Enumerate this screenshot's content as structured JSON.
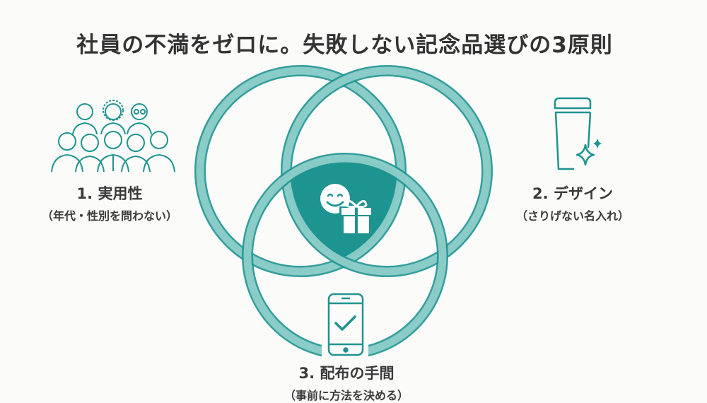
{
  "title": "社員の不満をゼロに。失敗しない記念品選びの3原則",
  "principles": [
    {
      "heading": "1. 実用性",
      "sub": "（年代・性別を問わない）",
      "icon": "people-group-icon"
    },
    {
      "heading": "2. デザイン",
      "sub": "（さりげない名入れ）",
      "icon": "tumbler-sparkle-icon"
    },
    {
      "heading": "3. 配布の手間",
      "sub": "（事前に方法を決める）",
      "icon": "smartphone-check-icon"
    }
  ],
  "center_icon": "smile-gift-icon",
  "colors": {
    "teal": "#1e9490",
    "light_teal": "#8ccbc8",
    "text": "#333333"
  }
}
